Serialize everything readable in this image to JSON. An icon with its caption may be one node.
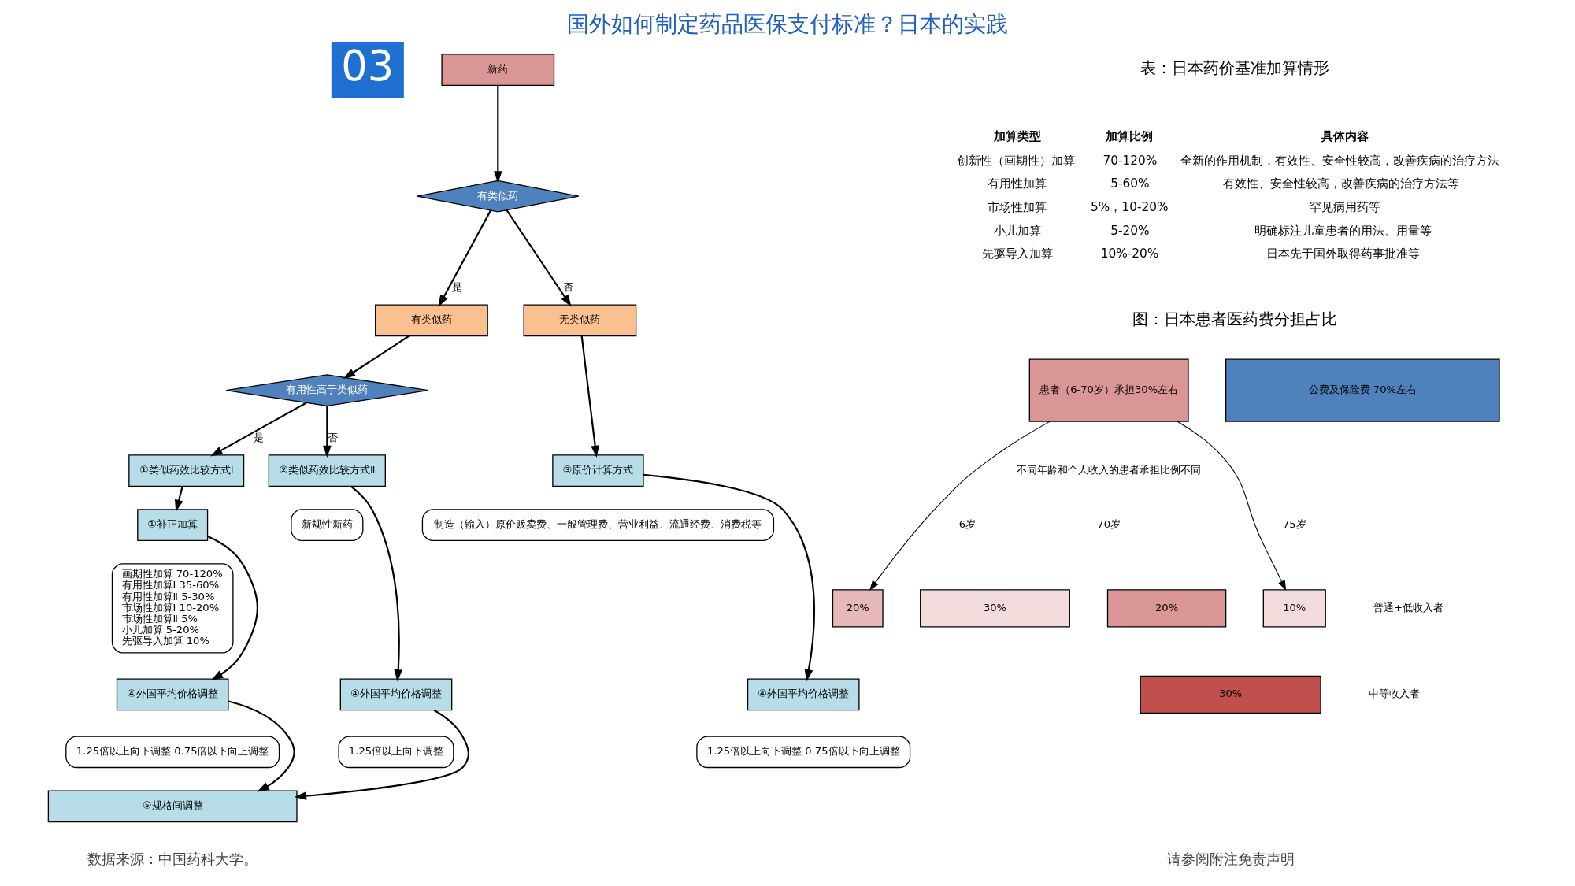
{
  "diagram": {
    "title": "国外如何制定药品医保支付标准？日本的实践",
    "nodes": [
      {
        "text": [
          "新药"
        ]
      },
      {
        "text": [
          "有类似药"
        ]
      },
      {
        "text": [
          "有类似药"
        ]
      },
      {
        "text": [
          "无类似药"
        ]
      },
      {
        "text": [
          "有用性高于类似药"
        ]
      },
      {
        "text": [
          "①类似药效比较方式Ⅰ"
        ]
      },
      {
        "text": [
          "②类似药效比较方式Ⅱ"
        ]
      },
      {
        "text": [
          "新规性新药"
        ]
      },
      {
        "text": [
          "③原价计算方式"
        ]
      },
      {
        "text": [
          "制造（输入）原价贩卖费、一般管理费、营业利益、流通经费、消费税等"
        ]
      },
      {
        "text": [
          "①补正加算"
        ]
      },
      {
        "text": [
          "画期性加算 70-120%",
          "有用性加算Ⅰ 35-60%",
          "有用性加算Ⅱ 5-30%",
          "市场性加算Ⅰ 10-20%",
          "市场性加算Ⅱ 5%",
          "小儿加算 5-20%",
          "先驱导入加算 10%"
        ]
      },
      {
        "text": [
          "④外国平均价格调整"
        ]
      },
      {
        "text": [
          "1.25倍以上向下调整 0.75倍以下向上调整"
        ]
      },
      {
        "text": [
          "④外国平均价格调整"
        ]
      },
      {
        "text": [
          "1.25倍以上向下调整"
        ]
      },
      {
        "text": [
          "④外国平均价格调整"
        ]
      },
      {
        "text": [
          "1.25倍以上向下调整 0.75倍以下向上调整"
        ]
      },
      {
        "text": [
          "⑤规格间调整"
        ]
      },
      {
        "text": [
          "患者（6-70岁）承担30%左右"
        ]
      },
      {
        "text": [
          "公费及保险费 70%左右"
        ]
      },
      {
        "text": [
          "20%"
        ]
      },
      {
        "text": [
          "30%"
        ]
      },
      {
        "text": [
          "20%"
        ]
      },
      {
        "text": [
          "10%"
        ]
      },
      {
        "text": [
          "30%"
        ]
      }
    ],
    "edges": [
      {
        "from": 0,
        "to": 1,
        "arrow": "to"
      },
      {
        "from": 1,
        "to": 2,
        "arrow": "to",
        "label": "是"
      },
      {
        "from": 1,
        "to": 3,
        "arrow": "to",
        "label": "否"
      },
      {
        "from": 2,
        "to": 4,
        "arrow": "to"
      },
      {
        "from": 4,
        "to": 5,
        "arrow": "to",
        "label": "是"
      },
      {
        "from": 4,
        "to": 6,
        "arrow": "to",
        "label": "否"
      },
      {
        "from": 3,
        "to": 8,
        "arrow": "to"
      },
      {
        "from": 5,
        "to": 10,
        "arrow": "to"
      },
      {
        "from": 10,
        "to": 12,
        "arrow": "to"
      },
      {
        "from": 6,
        "to": 14,
        "arrow": "to"
      },
      {
        "from": 8,
        "to": 16,
        "arrow": "to"
      },
      {
        "from": 12,
        "to": 18,
        "arrow": "to"
      },
      {
        "from": 14,
        "to": 18,
        "arrow": "to"
      },
      {
        "from": 19,
        "to": 21,
        "arrow": "to"
      },
      {
        "from": 19,
        "to": 24,
        "arrow": "to"
      }
    ],
    "labels": [
      "03",
      "表：日本药价基准加算情形",
      "加算类型",
      "加算比例",
      "具体内容",
      "创新性（画期性）加算",
      "70-120%",
      "全新的作用机制，有效性、安全性较高，改善疾病的治疗方法",
      "有用性加算",
      "5-60%",
      "有效性、安全性较高，改善疾病的治疗方法等",
      "市场性加算",
      "5%，10-20%",
      "罕见病用药等",
      "小儿加算",
      "5-20%",
      "明确标注儿童患者的用法、用量等",
      "先驱导入加算",
      "10%-20%",
      "日本先于国外取得药事批准等",
      "图：日本患者医药费分担占比",
      "不同年龄和个人收入的患者承担比例不同",
      "6岁",
      "70岁",
      "75岁",
      "普通+低收入者",
      "中等收入者",
      "数据来源：中国药科大学。",
      "请参阅附注免责声明"
    ]
  }
}
